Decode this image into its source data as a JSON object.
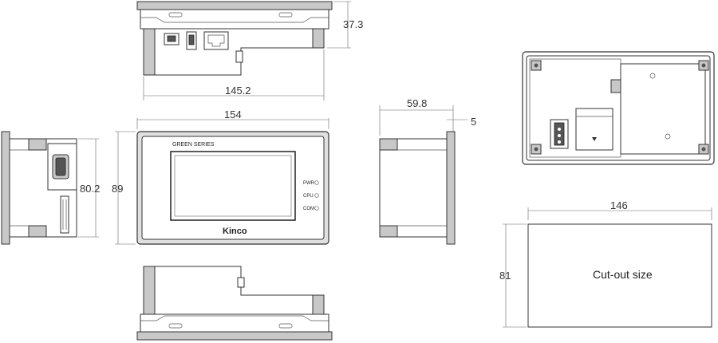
{
  "dimensions": {
    "top_depth": "37.3",
    "top_width": "145.2",
    "front_width": "154",
    "front_height": "89",
    "side_height": "80.2",
    "side_depth": "59.8",
    "bezel_thickness": "5",
    "cutout_width": "146",
    "cutout_height": "81"
  },
  "labels": {
    "series": "GREEN SERIES",
    "brand": "Kinco",
    "led_pwr": "PWR",
    "led_cpu": "CPU",
    "led_com": "COM",
    "cutout": "Cut-out size"
  }
}
